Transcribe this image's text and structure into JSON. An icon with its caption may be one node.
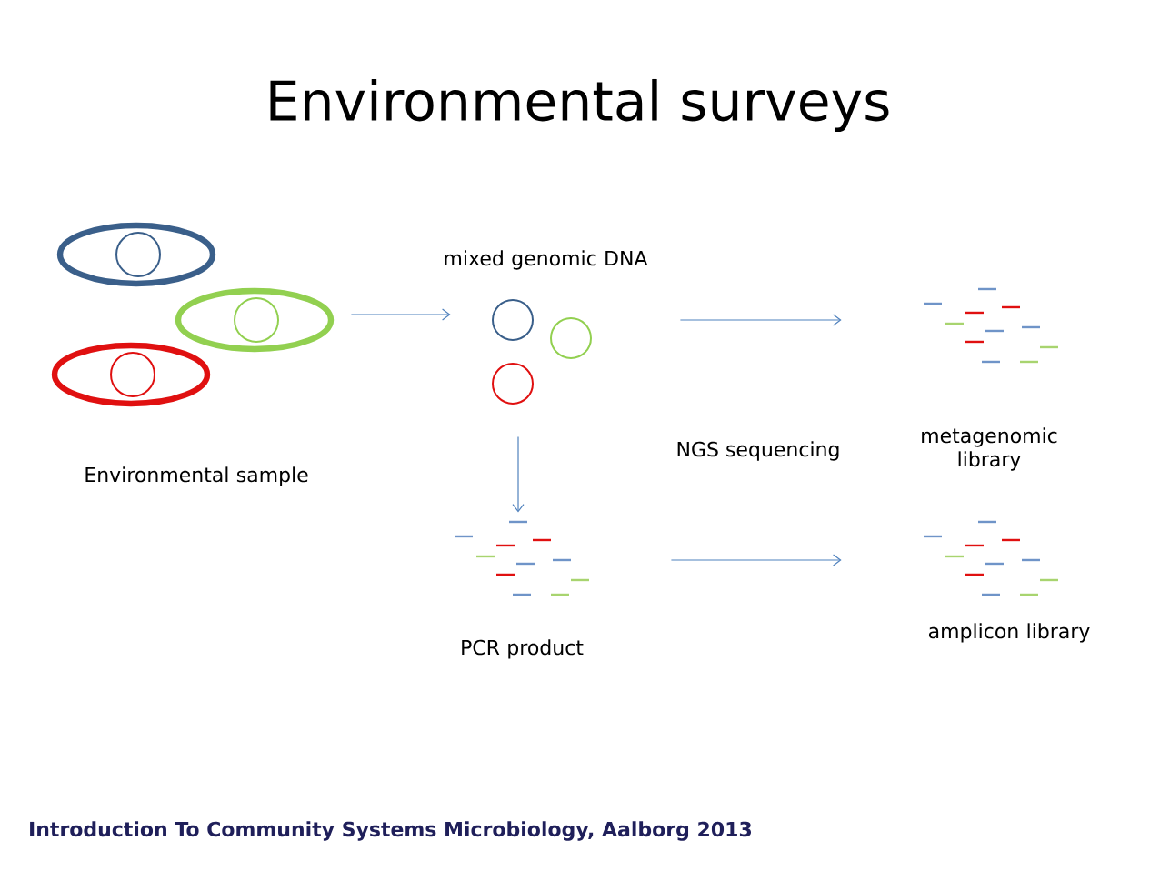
{
  "diagram": {
    "title": "Environmental surveys",
    "caption": "Introduction To Community Systems Microbiology, Aalborg 2013",
    "nodes": [
      {
        "text": [],
        "shape": "picture",
        "beside": [
          "Environmental sample"
        ]
      },
      {
        "text": [],
        "shape": "circle",
        "beside": [
          "mixed genomic DNA"
        ]
      },
      {
        "text": [
          "metagenomic library"
        ]
      },
      {
        "text": [
          "PCR product"
        ]
      },
      {
        "text": [
          "amplicon library"
        ]
      }
    ],
    "edges": [
      {
        "from": 0,
        "to": 1,
        "arrow": "to"
      },
      {
        "from": 1,
        "to": 2,
        "arrow": "to"
      },
      {
        "from": 1,
        "to": 3,
        "arrow": "to"
      },
      {
        "from": 3,
        "to": 4,
        "arrow": "to"
      }
    ],
    "labels": [
      "NGS sequencing"
    ]
  }
}
